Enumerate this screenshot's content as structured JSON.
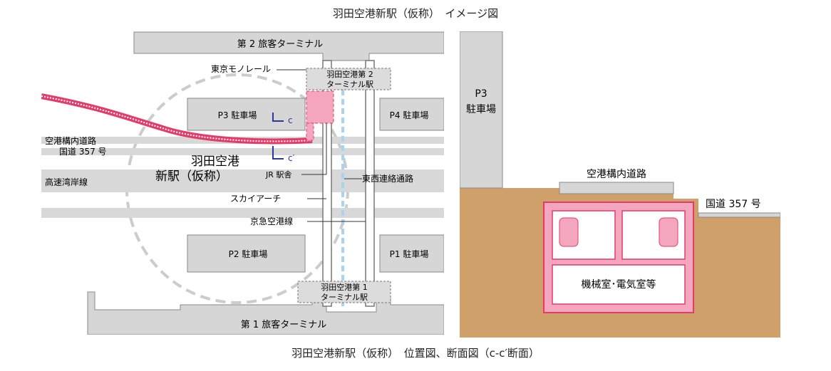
{
  "top_title": "羽田空港新駅（仮称）　イメージ図",
  "bottom_caption": "羽田空港新駅（仮称）　位置図、断面図（c-c′断面）",
  "map": {
    "terminal2": "第 2 旅客ターミナル",
    "terminal1": "第 1 旅客ターミナル",
    "monorail": "東京モノレール",
    "t2_station": [
      "羽田空港第 2",
      "ターミナル駅"
    ],
    "t1_station": [
      "羽田空港第 1",
      "ターミナル駅"
    ],
    "p3": "P3 駐車場",
    "p4": "P4 駐車場",
    "p2": "P2 駐車場",
    "p1": "P1 駐車場",
    "road": [
      "空港構内道路",
      "国道 357 号"
    ],
    "expressway": "高速湾岸線",
    "new_station": [
      "羽田空港",
      "新駅（仮称）"
    ],
    "jr_concourse": "JR 駅舎",
    "skyarch": "スカイアーチ",
    "keikyu": "京急空港線",
    "east_west": "東西連絡通路",
    "cut_c": "c",
    "cut_c2": "c′"
  },
  "section": {
    "p3_label": [
      "P3",
      "駐車場"
    ],
    "road_label": "空港構内道路",
    "route_label": "国道 357 号",
    "machine_room": "機械室･電気室等"
  },
  "colors": {
    "structure_fill": "#f4a6be",
    "structure_stroke": "#e23c6a",
    "ground": "#cfa06a",
    "gray_block": "#d6d6d6",
    "dashed_circle": "#cccccc",
    "walkway": "#a8d4f0",
    "arrow_blue": "#2a3a9a"
  }
}
